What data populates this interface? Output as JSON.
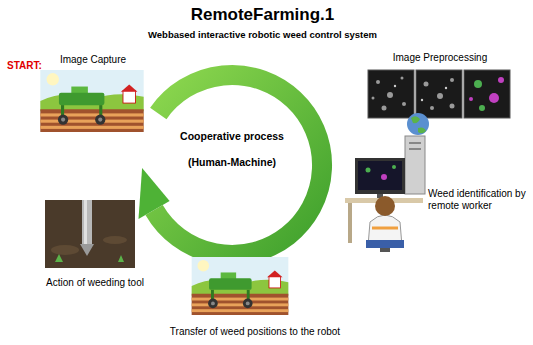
{
  "diagram": {
    "title": "RemoteFarming.1",
    "nodes": [
      {
        "text": [
          "Image Capture"
        ]
      },
      {
        "text": [
          "Image Preprocessing"
        ]
      },
      {
        "text": [
          "Cooperative process",
          "(Human-Machine)"
        ]
      },
      {
        "text": [
          "Weed identification by remote worker"
        ]
      },
      {
        "text": [
          "Transfer of weed positions to the robot"
        ]
      },
      {
        "text": [
          "Action of weeding tool"
        ]
      }
    ],
    "labels": [
      "Webbased interactive robotic weed control system",
      "START:"
    ]
  }
}
